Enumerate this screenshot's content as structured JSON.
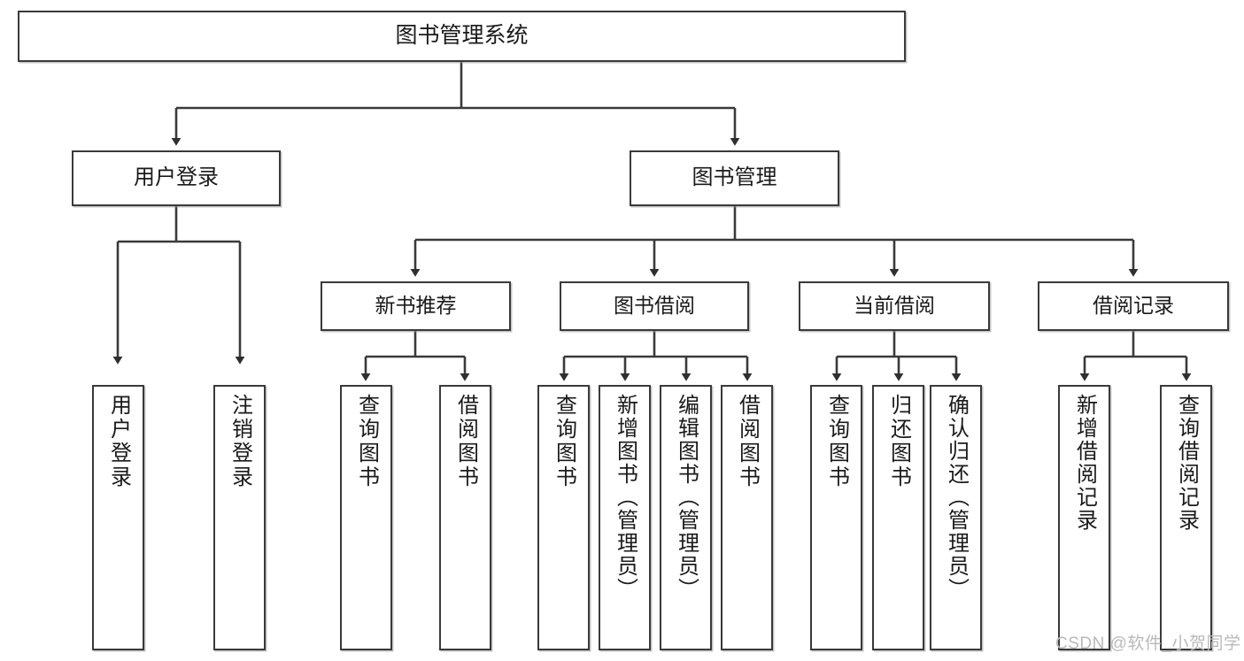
{
  "diagram": {
    "type": "tree-hierarchy-chart",
    "title": "图书管理系统",
    "root": {
      "label": "图书管理系统"
    },
    "level1": [
      {
        "label": "用户登录"
      },
      {
        "label": "图书管理"
      }
    ],
    "level2": [
      {
        "label": "新书推荐"
      },
      {
        "label": "图书借阅"
      },
      {
        "label": "当前借阅"
      },
      {
        "label": "借阅记录"
      }
    ],
    "leaves": {
      "user_login": [
        {
          "label": "用户登录"
        },
        {
          "label": "注销登录"
        }
      ],
      "new_book_recommend": [
        {
          "label": "查询图书"
        },
        {
          "label": "借阅图书"
        }
      ],
      "book_borrow": [
        {
          "label": "查询图书"
        },
        {
          "label": "新增图书（管理员）"
        },
        {
          "label": "编辑图书（管理员）"
        },
        {
          "label": "借阅图书"
        }
      ],
      "current_borrow": [
        {
          "label": "查询图书"
        },
        {
          "label": "归还图书"
        },
        {
          "label": "确认归还（管理员）"
        }
      ],
      "borrow_record": [
        {
          "label": "新增借阅记录"
        },
        {
          "label": "查询借阅记录"
        }
      ]
    },
    "watermark": "CSDN @软件_小贺同学",
    "colors": {
      "stroke": "#3a3a3a",
      "fill": "#ffffff",
      "text": "#1a1a1a",
      "watermark": "#b9b9b9"
    }
  }
}
